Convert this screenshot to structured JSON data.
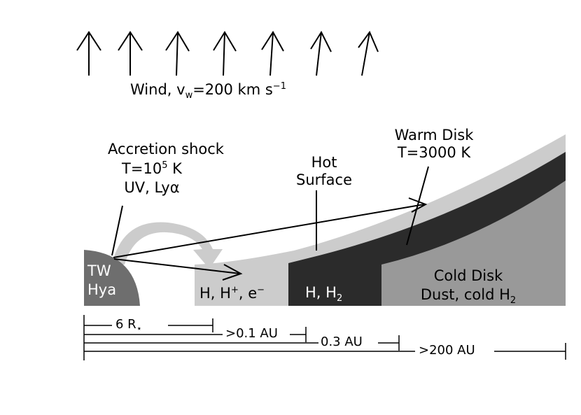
{
  "wind": {
    "label": "Wind, v",
    "sub": "w",
    "label2": "=200 km s",
    "sup": "−1"
  },
  "accretion": {
    "title": "Accretion shock",
    "temp": "T=10",
    "temp_sup": "5",
    "temp_unit": " K",
    "uv": "UV, Lyα"
  },
  "hot_surface": {
    "line1": "Hot",
    "line2": "Surface"
  },
  "warm_disk": {
    "line1": "Warm Disk",
    "line2": "T=3000 K"
  },
  "star": {
    "line1": "TW",
    "line2": "Hya"
  },
  "regions": {
    "ionized": {
      "a": "H, H",
      "sup": "+",
      "b": ", e",
      "sup2": "−"
    },
    "hot": {
      "a": "H, H",
      "sub": "2"
    },
    "cold_line1": "Cold Disk",
    "cold_line2": {
      "a": "Dust, cold H",
      "sub": "2"
    }
  },
  "scale": {
    "r6": {
      "a": "6 R",
      "sub": "⋆"
    },
    "au01": ">0.1 AU",
    "au03": "0.3 AU",
    "au200": ">200 AU"
  },
  "colors": {
    "dark": "#2b2b2b",
    "medium": "#999999",
    "light": "#cccccc",
    "star": "#6e6e6e"
  }
}
